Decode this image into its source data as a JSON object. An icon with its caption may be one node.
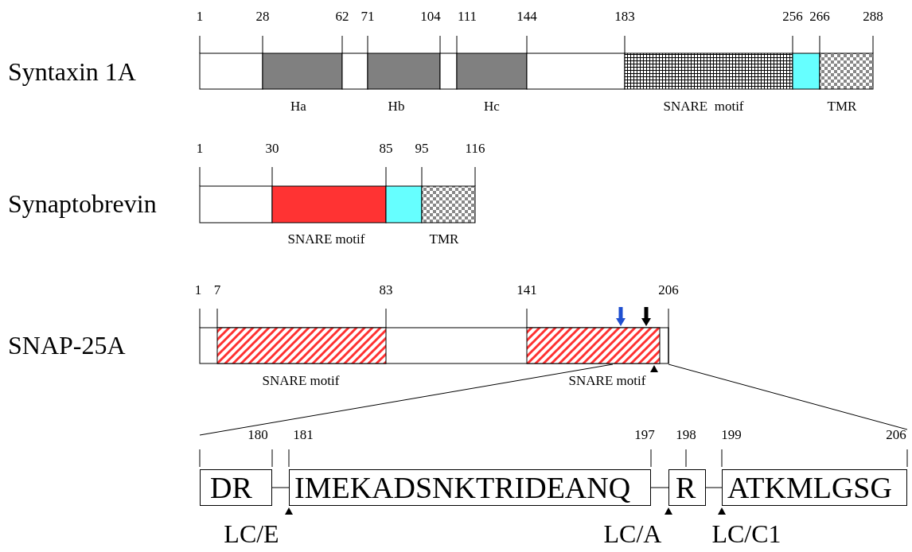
{
  "diagram": {
    "nodes": [
      {
        "text": [
          "DR"
        ],
        "beside": [
          "180"
        ]
      },
      {
        "text": [
          "IMEKADSNKTRIDEANQ"
        ],
        "beside": [
          "181",
          "197"
        ]
      },
      {
        "text": [
          "R"
        ],
        "beside": [
          "198"
        ]
      },
      {
        "text": [
          "ATKMLGSG"
        ],
        "beside": [
          "199",
          "206"
        ]
      }
    ],
    "edges": [
      {
        "from": 0,
        "to": 1,
        "arrow": "none"
      },
      {
        "from": 1,
        "to": 2,
        "arrow": "none"
      },
      {
        "from": 2,
        "to": 3,
        "arrow": "none"
      }
    ],
    "labels": [
      "1",
      "28",
      "62",
      "71",
      "104",
      "111",
      "144",
      "183",
      "256",
      "266",
      "288",
      "Syntaxin 1A",
      "Ha",
      "Hb",
      "Hc",
      "SNARE  motif",
      "TMR",
      "1",
      "30",
      "85",
      "95",
      "116",
      "Synaptobrevin",
      "SNARE motif",
      "TMR",
      "1",
      "7",
      "83",
      "141",
      "206",
      "SNAP-25A",
      "SNARE motif",
      "SNARE motif",
      "LC/E",
      "LC/A",
      "LC/C1"
    ]
  }
}
